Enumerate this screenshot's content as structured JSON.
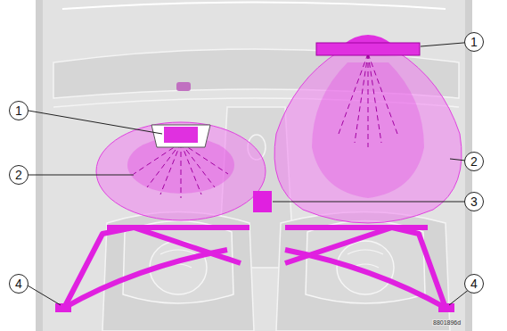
{
  "diagram": {
    "labels": [
      "1",
      "1",
      "2",
      "2",
      "3",
      "4",
      "4",
      "8801896d"
    ]
  }
}
